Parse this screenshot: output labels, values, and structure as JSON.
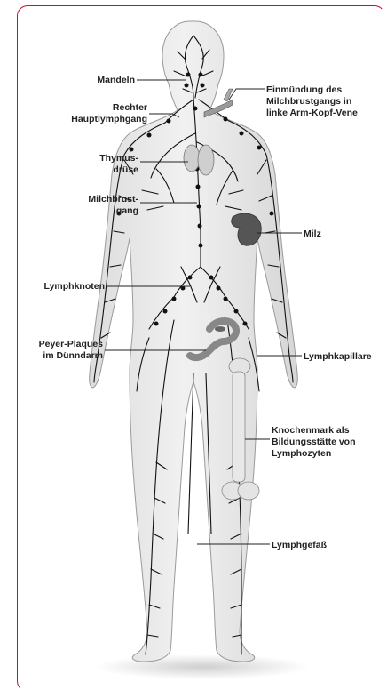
{
  "labels": {
    "mandeln": "Mandeln",
    "rechter_line1": "Rechter",
    "rechter_line2": "Hauptlymphgang",
    "thymus_line1": "Thymus-",
    "thymus_line2": "drüse",
    "milchbrust_line1": "Milchbrust-",
    "milchbrust_line2": "gang",
    "lymphknoten": "Lymphknoten",
    "peyer_line1": "Peyer-Plaques",
    "peyer_line2": "im Dünndarm",
    "einmuendung_line1": "Einmündung des",
    "einmuendung_line2": "Milchbrustgangs in",
    "einmuendung_line3": "linke Arm-Kopf-Vene",
    "milz": "Milz",
    "lymphkapillare": "Lymphkapillare",
    "knochenmark_line1": "Knochenmark als",
    "knochenmark_line2": "Bildungsstätte von",
    "knochenmark_line3": "Lymphozyten",
    "lymphgefaess": "Lymphgefäß"
  },
  "colors": {
    "frame": "#c8102e",
    "body_fill": "#e9e9e9",
    "body_stroke": "#9a9a9a",
    "vessel": "#111111",
    "spleen": "#555555",
    "intestine": "#8a8a8a"
  }
}
